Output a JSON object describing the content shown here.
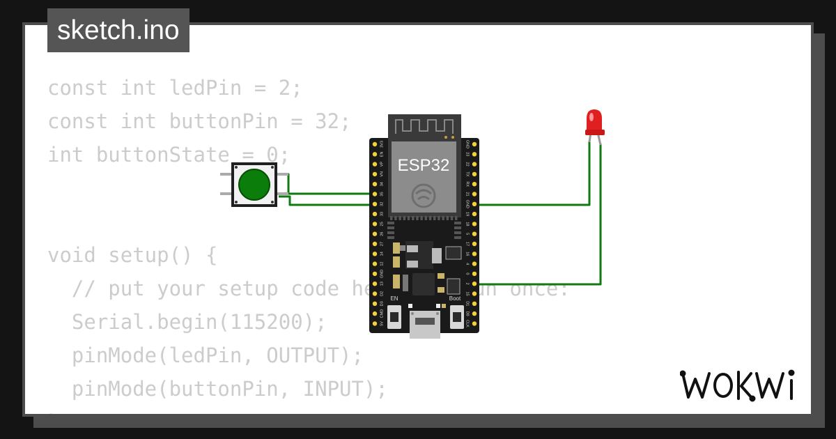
{
  "tab": {
    "filename": "sketch.ino"
  },
  "code_lines": [
    "const int ledPin = 2;",
    "const int buttonPin = 32;",
    "int buttonState = 0;",
    "",
    "",
    "void setup() {",
    "  // put your setup code here, to run once:",
    "  Serial.begin(115200);",
    "  pinMode(ledPin, OUTPUT);",
    "  pinMode(buttonPin, INPUT);",
    "}"
  ],
  "board": {
    "chip_label": "ESP32",
    "en_label": "EN",
    "boot_label": "Boot",
    "left_pins": [
      "3V3",
      "EN",
      "VP",
      "VN",
      "34",
      "35",
      "32",
      "33",
      "25",
      "26",
      "27",
      "14",
      "12",
      "GND",
      "13",
      "D2",
      "D3",
      "CMD",
      "5V"
    ],
    "right_pins": [
      "GND",
      "23",
      "22",
      "TX",
      "RX",
      "21",
      "GND",
      "19",
      "18",
      "5",
      "17",
      "16",
      "4",
      "0",
      "2",
      "15",
      "D1",
      "D0",
      "CLK"
    ]
  },
  "components": {
    "button_color": "#0a7d0a",
    "led_color": "#e02020",
    "wire_color": "#0f7a0f"
  },
  "branding": {
    "logo_text": "WOKWi"
  },
  "colors": {
    "background": "#141414",
    "frame": "#4d4d4d",
    "code_text": "#cccccc",
    "tab_bg": "#555555",
    "board": "#1a1a1a"
  }
}
